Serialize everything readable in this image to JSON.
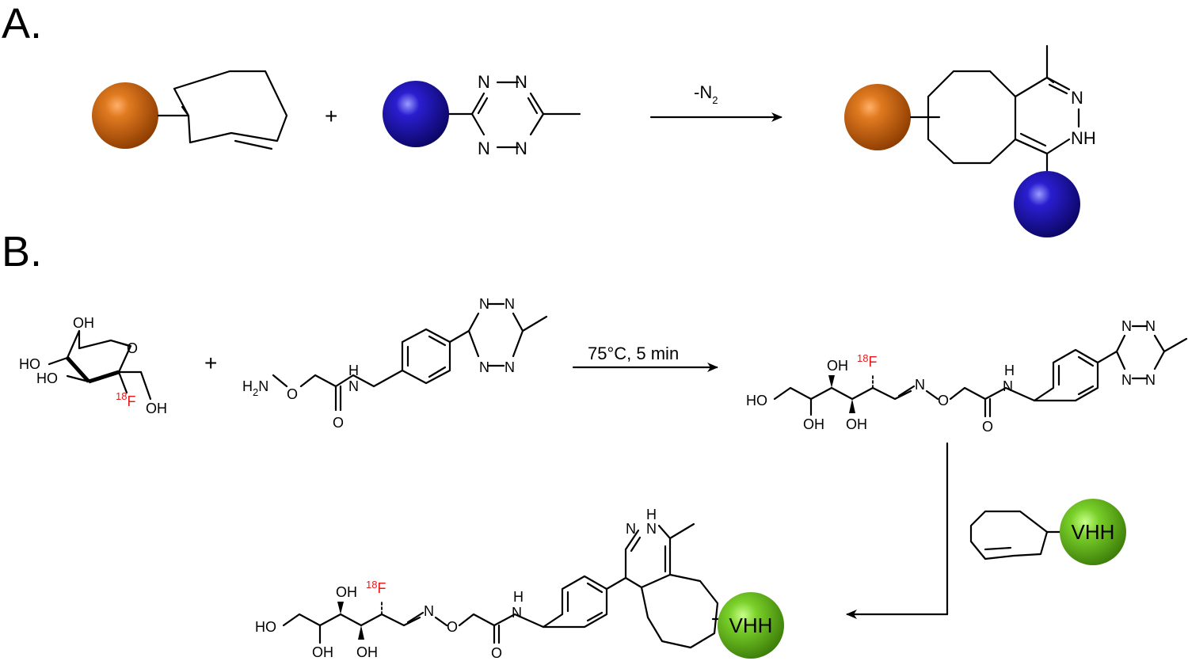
{
  "panels": {
    "a": "A.",
    "b": "B."
  },
  "reaction_a": {
    "plus": "+",
    "condition": "-N",
    "condition_sub": "2",
    "labels": {
      "n": "N",
      "nh": "NH"
    }
  },
  "reaction_b": {
    "plus": "+",
    "condition": "75°C, 5 min",
    "sugar": {
      "oh": "OH",
      "ho": "HO",
      "isotope": "18",
      "f": "F"
    },
    "linker": {
      "h2": "H",
      "h2_sub": "2",
      "n": "N",
      "o": "O",
      "h": "H"
    },
    "product_labels": {
      "ho": "HO",
      "oh": "OH",
      "isotope": "18",
      "f": "F",
      "n": "N",
      "o": "O",
      "h": "H"
    },
    "vhh": "VHH"
  },
  "colors": {
    "orange_sphere": "#c85a0a",
    "blue_sphere": "#1a0fa0",
    "green_sphere": "#6cc01e",
    "fluorine": "#e41a1c"
  }
}
